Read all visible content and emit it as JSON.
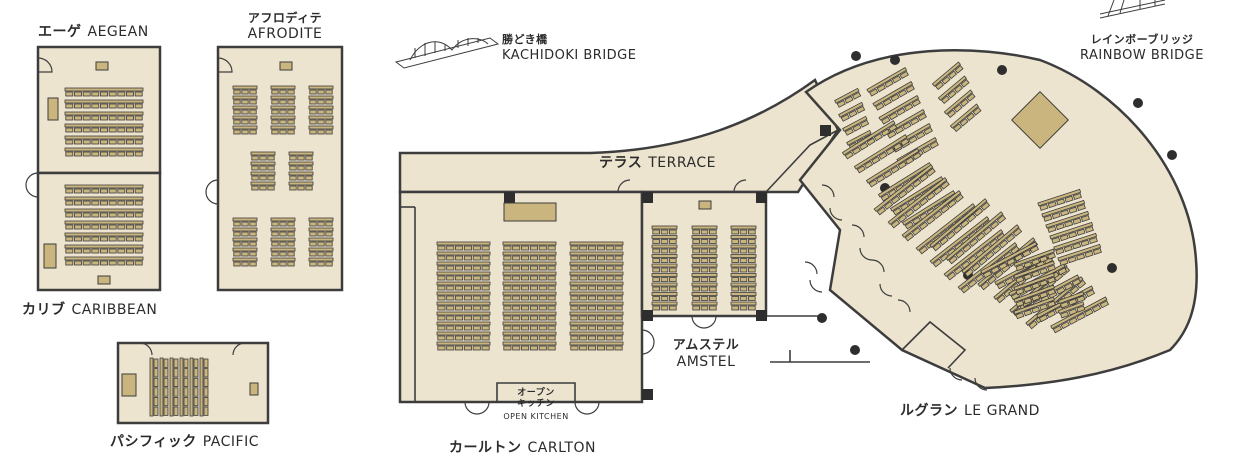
{
  "rooms": {
    "aegean": {
      "jp": "エーゲ",
      "en": "AEGEAN"
    },
    "afrodite": {
      "jp": "アフロディテ",
      "en": "AFRODITE"
    },
    "caribbean": {
      "jp": "カリブ",
      "en": "CARIBBEAN"
    },
    "pacific": {
      "jp": "パシフィック",
      "en": "PACIFIC"
    },
    "terrace": {
      "jp": "テラス",
      "en": "TERRACE"
    },
    "amstel": {
      "jp": "アムステル",
      "en": "AMSTEL"
    },
    "carlton": {
      "jp": "カールトン",
      "en": "CARLTON"
    },
    "open_kitchen": {
      "jp1": "オープン",
      "jp2": "キッチン",
      "en": "OPEN KITCHEN"
    },
    "le_grand": {
      "jp": "ルグラン",
      "en": "LE GRAND"
    }
  },
  "landmarks": {
    "kachidoki": {
      "jp": "勝どき橋",
      "en": "KACHIDOKI BRIDGE"
    },
    "rainbow": {
      "jp": "レインボーブリッジ",
      "en": "RAINBOW BRIDGE"
    }
  },
  "colors": {
    "floor": "#ece4cf",
    "wall": "#3d3d3d",
    "table": "#c9b57d",
    "dark": "#2e2e2e"
  }
}
